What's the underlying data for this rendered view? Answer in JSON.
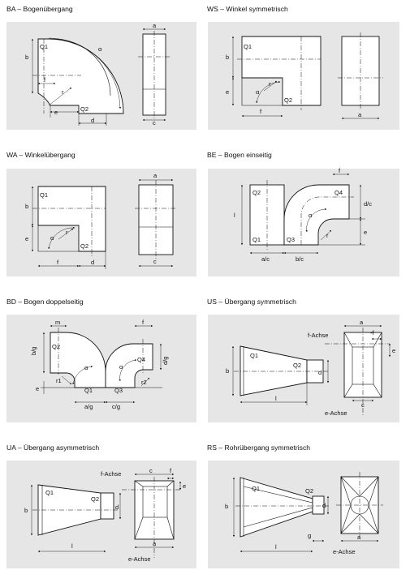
{
  "panels": {
    "ba": {
      "title": "BA – Bogenübergang",
      "labels": {
        "q1": "Q1",
        "q2": "Q2",
        "b": "b",
        "f": "f",
        "e": "e",
        "r": "r",
        "d": "d",
        "alpha": "α",
        "a": "a",
        "c": "c"
      }
    },
    "ws": {
      "title": "WS – Winkel symmetrisch",
      "labels": {
        "q1": "Q1",
        "q2": "Q2",
        "b": "b",
        "e": "e",
        "f": "f",
        "r": "r",
        "alpha": "α",
        "a": "a"
      }
    },
    "wa": {
      "title": "WA – Winkelübergang",
      "labels": {
        "q1": "Q1",
        "q2": "Q2",
        "b": "b",
        "e": "e",
        "f": "f",
        "d": "d",
        "r": "r",
        "alpha": "α",
        "a": "a",
        "c": "c"
      }
    },
    "be": {
      "title": "BE – Bogen einseitig",
      "labels": {
        "q2": "Q2",
        "q1": "Q1",
        "q3": "Q3",
        "q4": "Q4",
        "l": "l",
        "f": "f",
        "dc": "d/c",
        "e": "e",
        "r": "r",
        "alpha": "α",
        "ac": "a/c",
        "bc": "b/c"
      }
    },
    "bd": {
      "title": "BD – Bogen doppelseitig",
      "labels": {
        "m": "m",
        "f": "f",
        "bg": "b/g",
        "q2": "Q2",
        "q4": "Q4",
        "dg": "d/g",
        "q1": "Q1",
        "q3": "Q3",
        "e": "e",
        "r1": "r1",
        "r2": "r2",
        "alpha1": "α",
        "alpha2": "α",
        "ag": "a/g",
        "cg": "c/g"
      }
    },
    "us": {
      "title": "US – Übergang symmetrisch",
      "labels": {
        "q1": "Q1",
        "q2": "Q2",
        "b": "b",
        "d": "d",
        "l": "l",
        "a": "a",
        "f_achse": "f-Achse",
        "f": "-f",
        "e": "e",
        "c": "c",
        "e_achse": "e-Achse"
      }
    },
    "ua": {
      "title": "UA – Übergang asymmetrisch",
      "labels": {
        "q1": "Q1",
        "q2": "Q2",
        "b": "b",
        "d": "d",
        "l": "l",
        "f_achse": "f-Achse",
        "c": "c",
        "f": "f",
        "e": "e",
        "a": "a",
        "e_achse": "e-Achse"
      }
    },
    "rs": {
      "title": "RS – Rohrübergang symmetrisch",
      "labels": {
        "q1": "Q1",
        "q2": "Q2",
        "b": "b",
        "d": "d",
        "g": "g",
        "l": "l",
        "a": "a",
        "e_achse": "e-Achse"
      }
    }
  }
}
